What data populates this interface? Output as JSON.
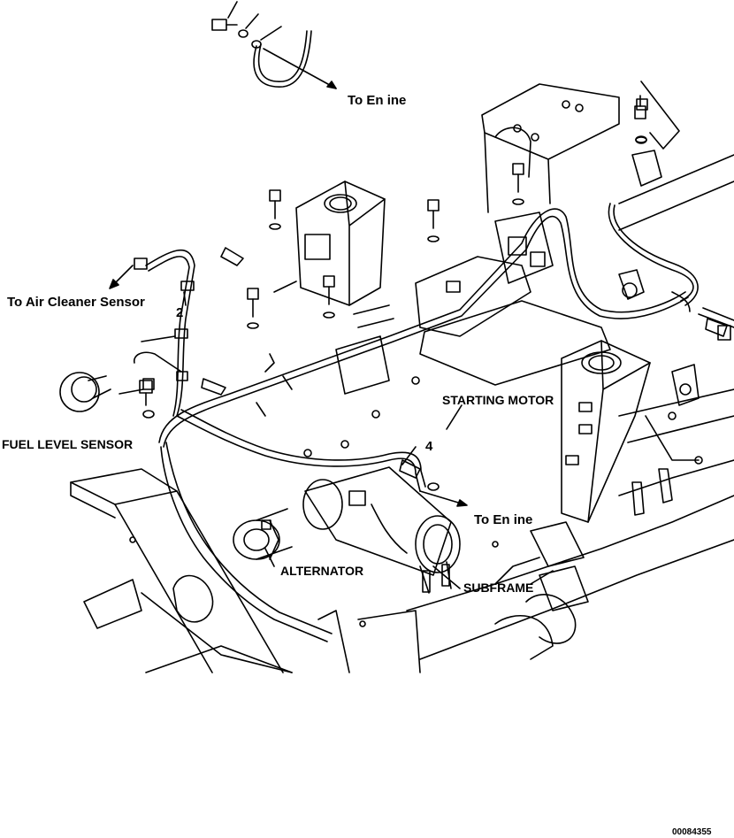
{
  "labels": {
    "to_engine_top": "To En  ine",
    "to_air_cleaner_sensor": "To Air Cleaner Sensor",
    "ref_2": "2",
    "fuel_level_sensor": "FUEL LEVEL SENSOR",
    "starting_motor": "STARTING MOTOR",
    "ref_4": "4",
    "to_engine_bottom": "To En  ine",
    "alternator": "ALTERNATOR",
    "subframe": "SUBFRAME"
  },
  "drawing_code": "00084355",
  "colors": {
    "line": "#000000",
    "background": "#ffffff"
  }
}
